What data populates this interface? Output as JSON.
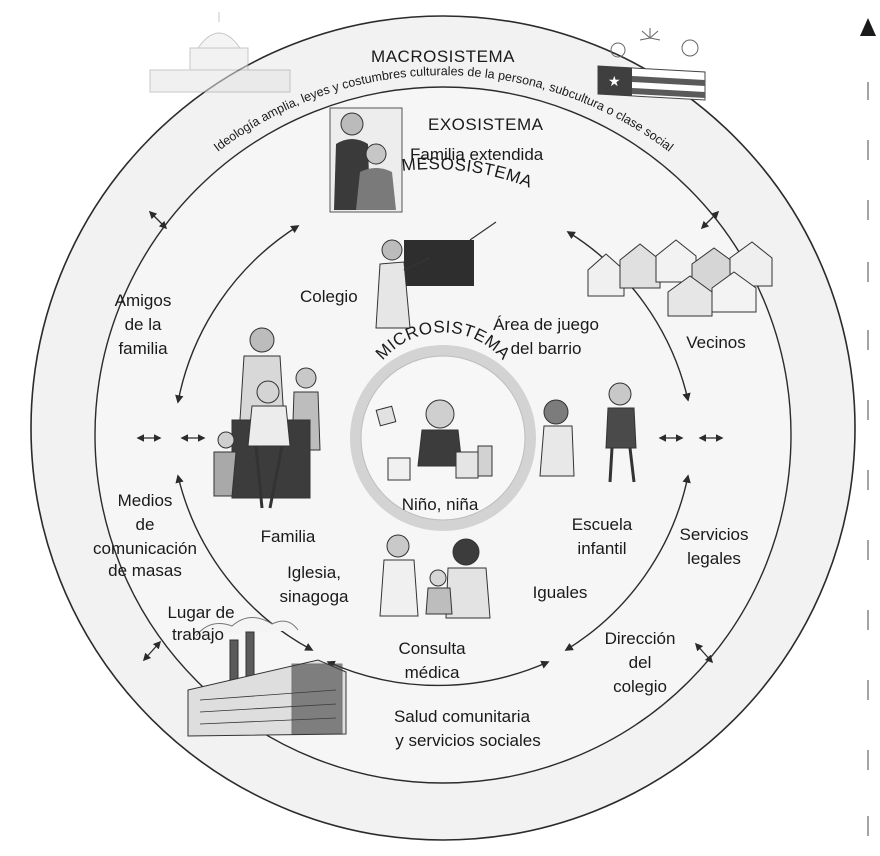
{
  "systems": {
    "macro_title": "MACROSISTEMA",
    "macro_arc_text": "Ideología amplia, leyes y costumbres culturales de la persona, subcultura o clase social",
    "exo_title": "EXOSISTEMA",
    "meso_title": "MESOSISTEMA",
    "micro_title": "MICROSISTEMA"
  },
  "labels": {
    "familia_extendida": "Familia extendida",
    "colegio": "Colegio",
    "area_juego_1": "Área de juego",
    "area_juego_2": "del barrio",
    "vecinos": "Vecinos",
    "amigos_1": "Amigos",
    "amigos_2": "de la",
    "amigos_3": "familia",
    "nino": "Niño, niña",
    "familia": "Familia",
    "iglesia_1": "Iglesia,",
    "iglesia_2": "sinagoga",
    "medios_1": "Medios",
    "medios_2": "de",
    "medios_3": "comunicación",
    "medios_4": "de masas",
    "escuela_1": "Escuela",
    "escuela_2": "infantil",
    "servicios_legales_1": "Servicios",
    "servicios_legales_2": "legales",
    "iguales": "Iguales",
    "lugar_1": "Lugar de",
    "lugar_2": "trabajo",
    "consulta_1": "Consulta",
    "consulta_2": "médica",
    "direccion_1": "Dirección",
    "direccion_2": "del",
    "direccion_3": "colegio",
    "salud_1": "Salud comunitaria",
    "salud_2": "y servicios sociales"
  },
  "colors": {
    "background": "#ffffff",
    "ring_fill": "#f1f1f1",
    "micro_halo": "#d3d3d3",
    "micro_inner": "#f6f6f6",
    "ink": "#1a1a1a"
  }
}
